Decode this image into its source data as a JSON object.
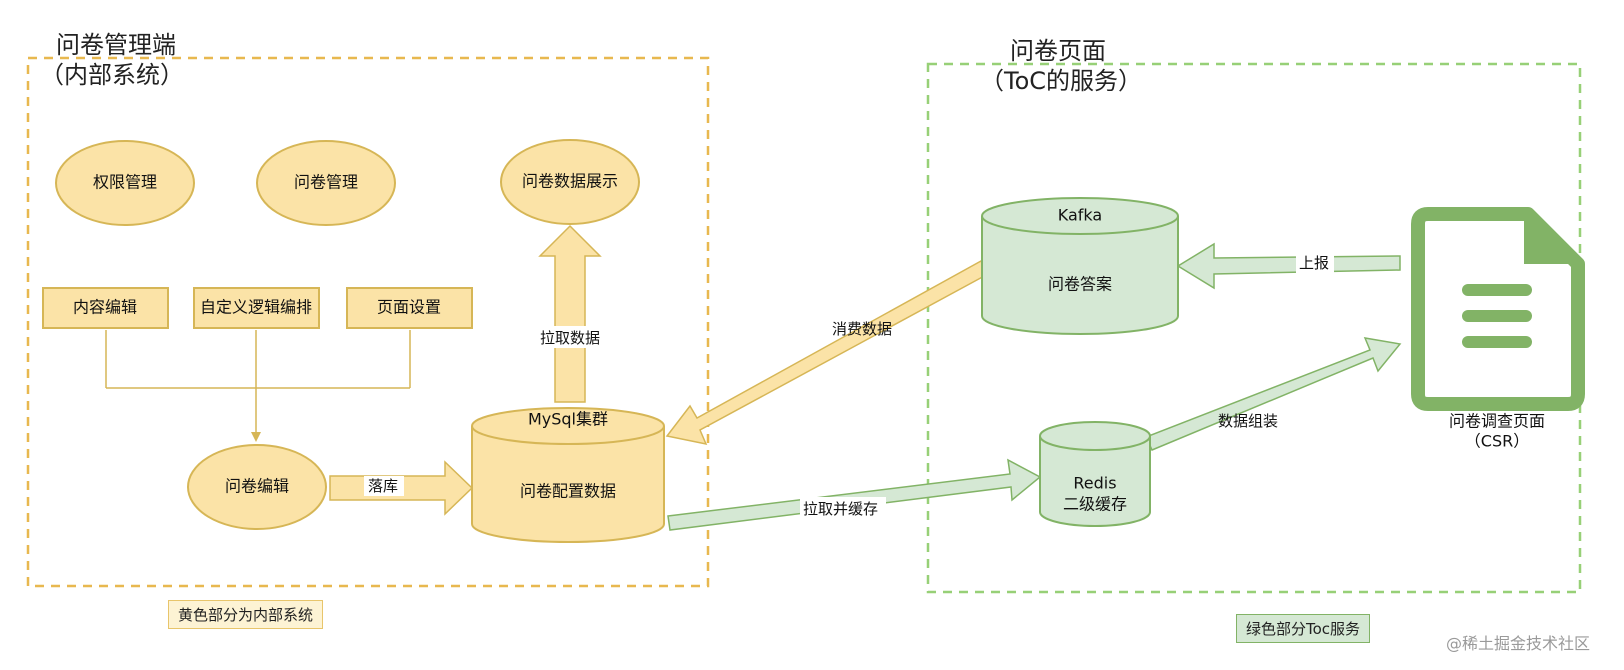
{
  "regions": {
    "internal": {
      "title_line1": "问卷管理端",
      "title_line2": "（内部系统）"
    },
    "toc": {
      "title_line1": "问卷页面",
      "title_line2": "（ToC的服务）"
    }
  },
  "nodes": {
    "permission": "权限管理",
    "survey_mgmt": "问卷管理",
    "data_display": "问卷数据展示",
    "content_edit": "内容编辑",
    "custom_logic": "自定义逻辑编排",
    "page_settings": "页面设置",
    "survey_edit": "问卷编辑",
    "mysql_title": "MySql集群",
    "mysql_body": "问卷配置数据",
    "kafka_title": "Kafka",
    "kafka_body": "问卷答案",
    "redis_title": "Redis",
    "redis_body": "二级缓存",
    "survey_page_line1": "问卷调查页面",
    "survey_page_line2": "（CSR）"
  },
  "edges": {
    "store": "落库",
    "fetch_data": "拉取数据",
    "consume_data": "消费数据",
    "fetch_cache": "拉取并缓存",
    "report": "上报",
    "assemble": "数据组装"
  },
  "legend": {
    "yellow": "黄色部分为内部系统",
    "green": "绿色部分Toc服务"
  },
  "watermark": "@稀土掘金技术社区",
  "colors": {
    "yellow_fill": "#fbe3a7",
    "yellow_stroke": "#d6b656",
    "green_fill": "#d5e8d4",
    "green_stroke": "#82b366",
    "doc_green": "#82b366"
  }
}
